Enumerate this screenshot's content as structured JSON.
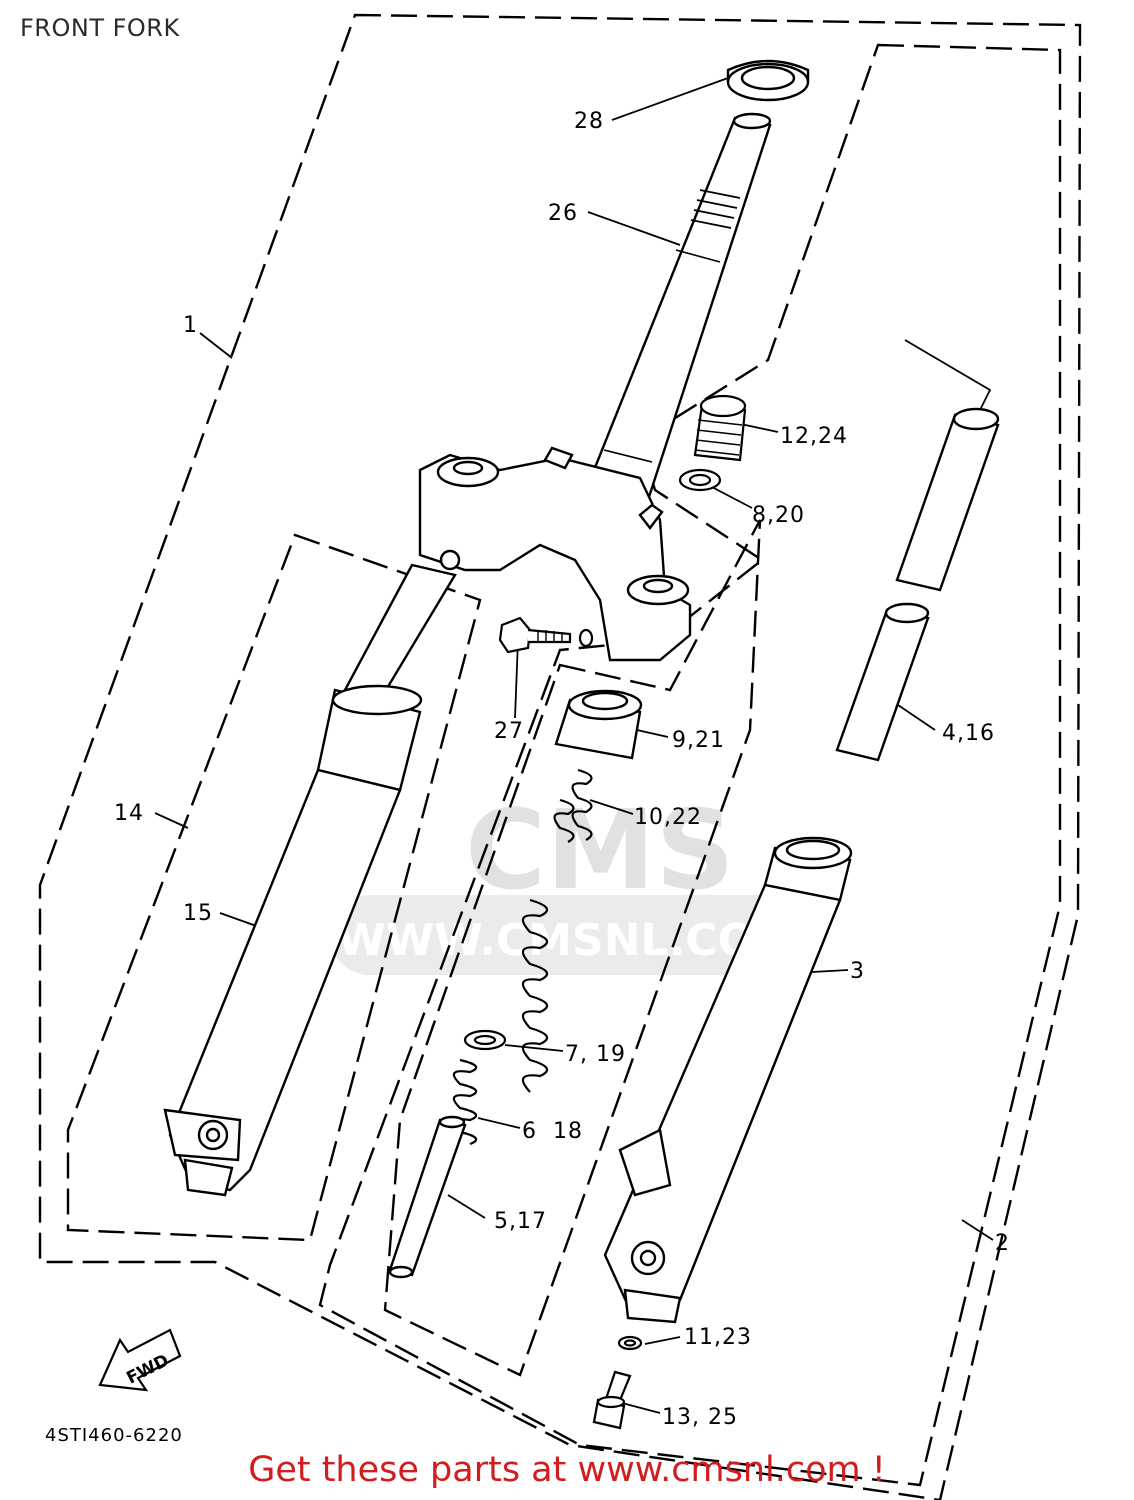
{
  "title": "FRONT FORK",
  "diagram_code": "4STI460-6220",
  "fwd_label": "FWD",
  "footer_text": "Get these parts at www.cmsnl.com !",
  "watermark": {
    "logo": "CMS",
    "url": "WWW.CMSNL.COM"
  },
  "callouts": [
    {
      "id": "c28",
      "text": "28"
    },
    {
      "id": "c26",
      "text": "26"
    },
    {
      "id": "c1",
      "text": "1"
    },
    {
      "id": "c12_24",
      "text": "12,24"
    },
    {
      "id": "c8_20",
      "text": "8,20"
    },
    {
      "id": "c27",
      "text": "27"
    },
    {
      "id": "c9_21",
      "text": "9,21"
    },
    {
      "id": "c4_16",
      "text": "4,16"
    },
    {
      "id": "c14",
      "text": "14"
    },
    {
      "id": "c10_22",
      "text": "10,22"
    },
    {
      "id": "c15",
      "text": "15"
    },
    {
      "id": "c3",
      "text": "3"
    },
    {
      "id": "c7_19",
      "text": "7, 19"
    },
    {
      "id": "c6_18",
      "text": "6  18"
    },
    {
      "id": "c5_17",
      "text": "5,17"
    },
    {
      "id": "c2",
      "text": "2"
    },
    {
      "id": "c11_23",
      "text": "11,23"
    },
    {
      "id": "c13_25",
      "text": "13, 25"
    }
  ]
}
